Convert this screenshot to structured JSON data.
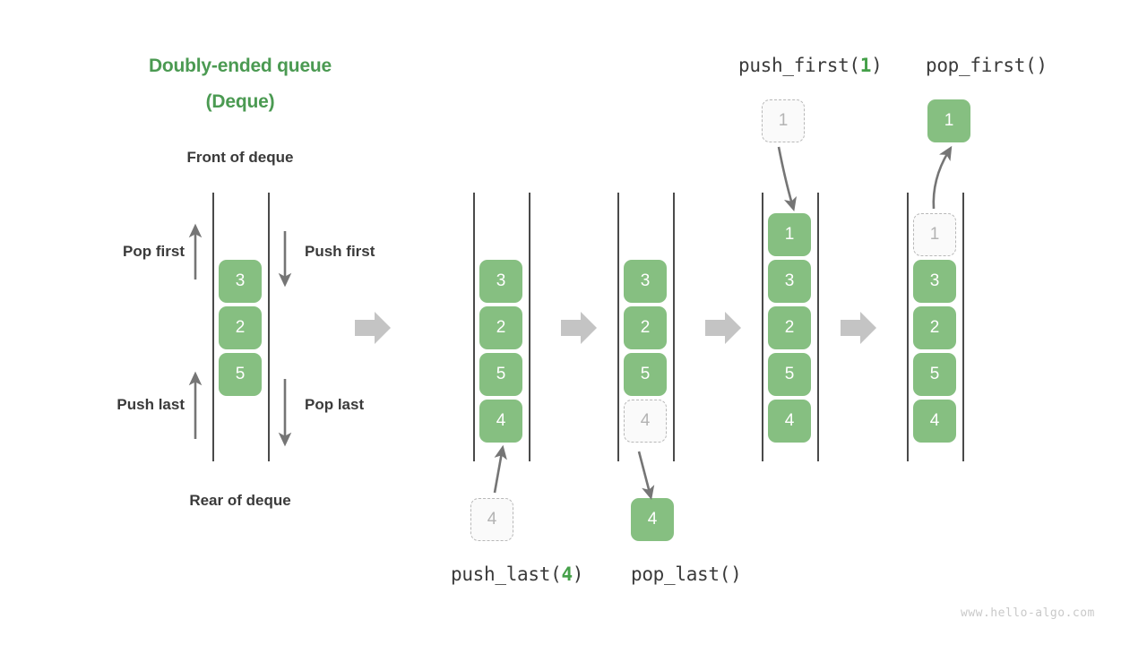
{
  "title": {
    "line1": "Doubly-ended queue",
    "line2": "(Deque)",
    "color": "#4b9a52"
  },
  "labels": {
    "front_of_deque": "Front of deque",
    "rear_of_deque": "Rear of deque",
    "pop_first": "Pop first",
    "push_first": "Push first",
    "push_last": "Push last",
    "pop_last": "Pop last"
  },
  "operations": {
    "push_first": {
      "name": "push_first(",
      "arg": "1",
      "close": ")"
    },
    "pop_first": {
      "text": "pop_first()"
    },
    "push_last": {
      "name": "push_last(",
      "arg": "4",
      "close": ")"
    },
    "pop_last": {
      "text": "pop_last()"
    }
  },
  "colors": {
    "accent_green": "#4b9a52",
    "cell_green": "#86bf81",
    "ghost_fill": "#fafafa",
    "ghost_border": "#b8b8b8",
    "ghost_text": "#b3b3b3",
    "rail": "#4a4a4a",
    "block_arrow": "#c4c4c4",
    "thin_arrow": "#757575",
    "label_dark": "#3a3a3a",
    "watermark": "#c9c9c9"
  },
  "columns": [
    {
      "id": "col-base",
      "cells": [
        {
          "value": "3",
          "state": "solid"
        },
        {
          "value": "2",
          "state": "solid"
        },
        {
          "value": "5",
          "state": "solid"
        }
      ]
    },
    {
      "id": "col-push-last-result",
      "cells": [
        {
          "value": "3",
          "state": "solid"
        },
        {
          "value": "2",
          "state": "solid"
        },
        {
          "value": "5",
          "state": "solid"
        },
        {
          "value": "4",
          "state": "solid"
        }
      ],
      "floating": {
        "value": "4",
        "state": "ghost",
        "position": "below"
      }
    },
    {
      "id": "col-pop-last",
      "cells": [
        {
          "value": "3",
          "state": "solid"
        },
        {
          "value": "2",
          "state": "solid"
        },
        {
          "value": "5",
          "state": "solid"
        },
        {
          "value": "4",
          "state": "ghost"
        }
      ],
      "floating": {
        "value": "4",
        "state": "solid",
        "position": "below"
      }
    },
    {
      "id": "col-push-first-result",
      "cells": [
        {
          "value": "1",
          "state": "solid"
        },
        {
          "value": "3",
          "state": "solid"
        },
        {
          "value": "2",
          "state": "solid"
        },
        {
          "value": "5",
          "state": "solid"
        },
        {
          "value": "4",
          "state": "solid"
        }
      ],
      "floating": {
        "value": "1",
        "state": "ghost",
        "position": "above"
      }
    },
    {
      "id": "col-pop-first",
      "cells": [
        {
          "value": "1",
          "state": "ghost"
        },
        {
          "value": "3",
          "state": "solid"
        },
        {
          "value": "2",
          "state": "solid"
        },
        {
          "value": "5",
          "state": "solid"
        },
        {
          "value": "4",
          "state": "solid"
        }
      ],
      "floating": {
        "value": "1",
        "state": "solid",
        "position": "above"
      }
    }
  ],
  "watermark": "www.hello-algo.com"
}
